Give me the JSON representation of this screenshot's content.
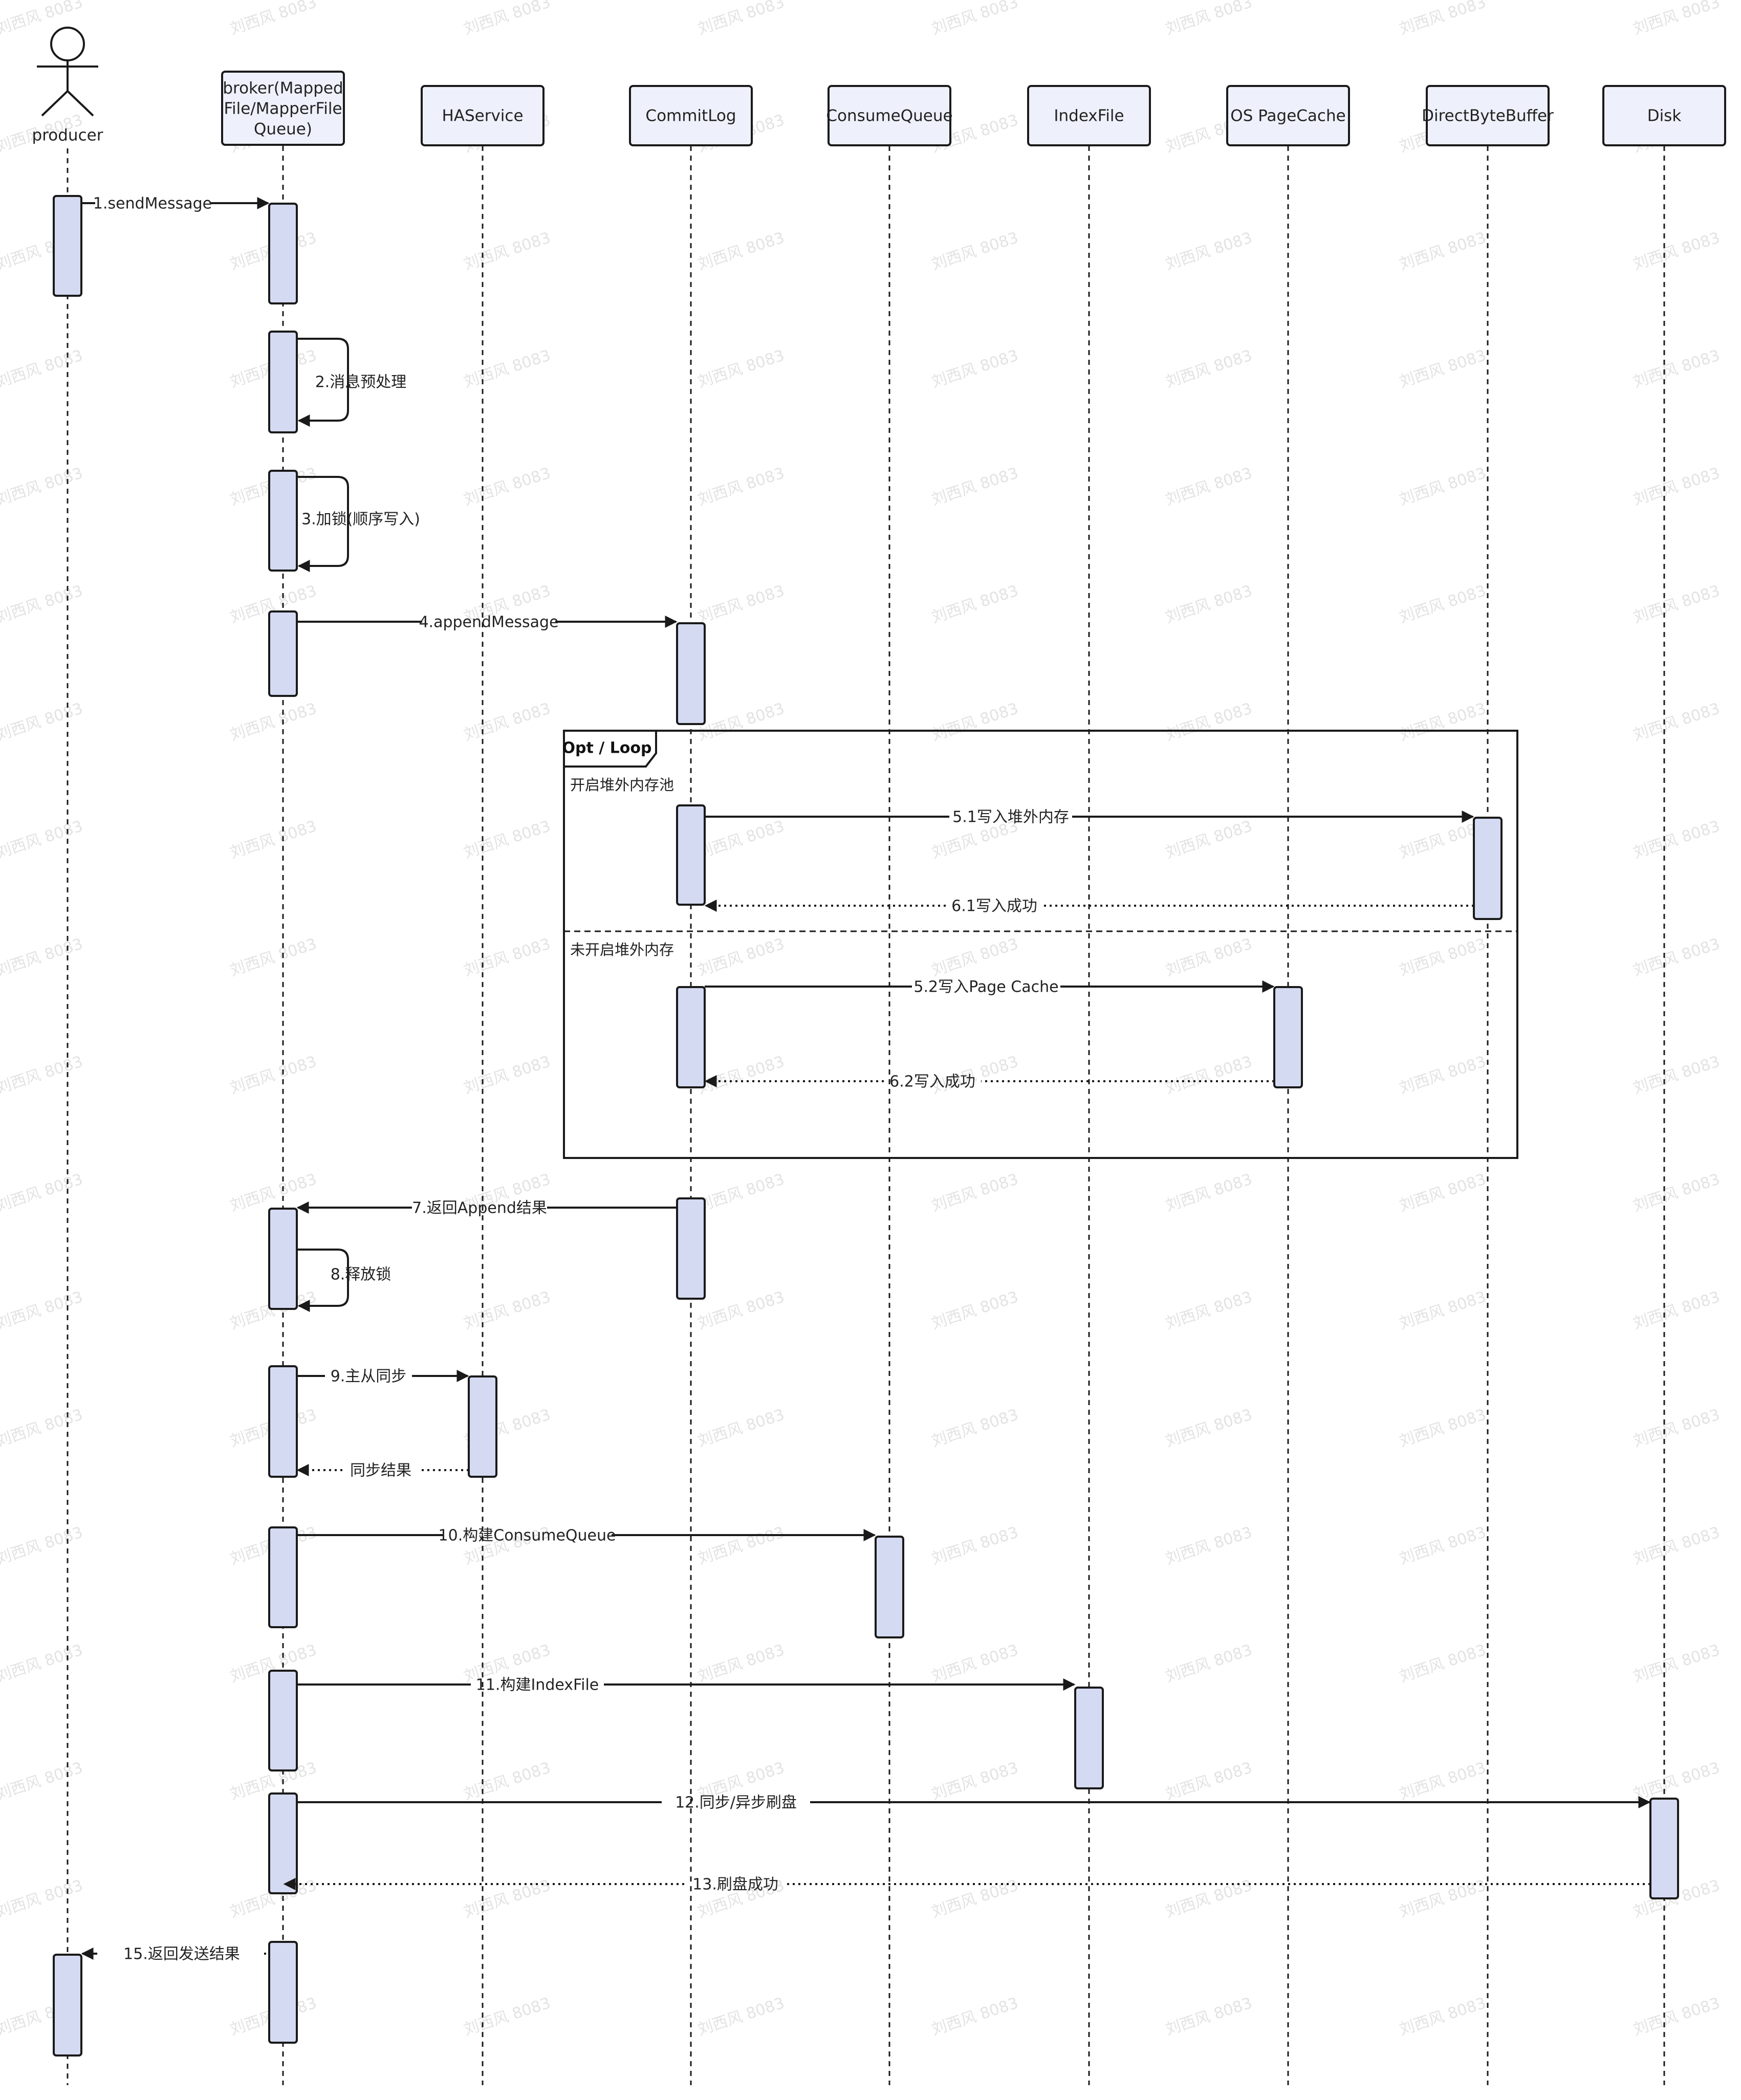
{
  "participants": [
    {
      "id": "producer",
      "label": "producer",
      "kind": "actor"
    },
    {
      "id": "broker",
      "label": "broker(Mapped File/MapperFile Queue)",
      "lines": [
        "broker(Mapped",
        "File/MapperFile",
        "Queue)"
      ],
      "kind": "box"
    },
    {
      "id": "haservice",
      "label": "HAService",
      "kind": "box"
    },
    {
      "id": "commitlog",
      "label": "CommitLog",
      "kind": "box"
    },
    {
      "id": "consumequeue",
      "label": "ConsumeQueue",
      "kind": "box"
    },
    {
      "id": "indexfile",
      "label": "IndexFile",
      "kind": "box"
    },
    {
      "id": "pagecache",
      "label": "OS PageCache",
      "kind": "box"
    },
    {
      "id": "directbytebuffer",
      "label": "DirectByteBuffer",
      "kind": "box"
    },
    {
      "id": "disk",
      "label": "Disk",
      "kind": "box"
    }
  ],
  "messages": [
    {
      "from": "producer",
      "to": "broker",
      "label": "1.sendMessage",
      "style": "solid"
    },
    {
      "from": "broker",
      "to": "broker",
      "label": "2.消息预处理",
      "style": "self"
    },
    {
      "from": "broker",
      "to": "broker",
      "label": "3.加锁(顺序写入)",
      "style": "self"
    },
    {
      "from": "broker",
      "to": "commitlog",
      "label": "4.appendMessage",
      "style": "solid"
    },
    {
      "from": "commitlog",
      "to": "directbytebuffer",
      "label": "5.1写入堆外内存",
      "style": "solid"
    },
    {
      "from": "directbytebuffer",
      "to": "commitlog",
      "label": "6.1写入成功",
      "style": "dotted"
    },
    {
      "from": "commitlog",
      "to": "pagecache",
      "label": "5.2写入Page Cache",
      "style": "solid"
    },
    {
      "from": "pagecache",
      "to": "commitlog",
      "label": "6.2写入成功",
      "style": "dotted"
    },
    {
      "from": "commitlog",
      "to": "broker",
      "label": "7.返回Append结果",
      "style": "solid"
    },
    {
      "from": "broker",
      "to": "broker",
      "label": "8.释放锁",
      "style": "self"
    },
    {
      "from": "broker",
      "to": "haservice",
      "label": "9.主从同步",
      "style": "solid"
    },
    {
      "from": "haservice",
      "to": "broker",
      "label": "同步结果",
      "style": "dotted"
    },
    {
      "from": "broker",
      "to": "consumequeue",
      "label": "10.构建ConsumeQueue",
      "style": "solid"
    },
    {
      "from": "broker",
      "to": "indexfile",
      "label": "11.构建IndexFile",
      "style": "solid"
    },
    {
      "from": "broker",
      "to": "disk",
      "label": "12.同步/异步刷盘",
      "style": "solid"
    },
    {
      "from": "disk",
      "to": "broker",
      "label": "13.刷盘成功",
      "style": "dotted"
    },
    {
      "from": "broker",
      "to": "producer",
      "label": "15.返回发送结果",
      "style": "solid"
    }
  ],
  "frame": {
    "label": "Opt / Loop",
    "sections": [
      {
        "condition": "开启堆外内存池"
      },
      {
        "condition": "未开启堆外内存"
      }
    ]
  },
  "watermark": "刘西风 8083",
  "colors": {
    "activation_fill": "#d4daf1",
    "header_fill": "#eef1fb",
    "line": "#1a1a1a"
  }
}
